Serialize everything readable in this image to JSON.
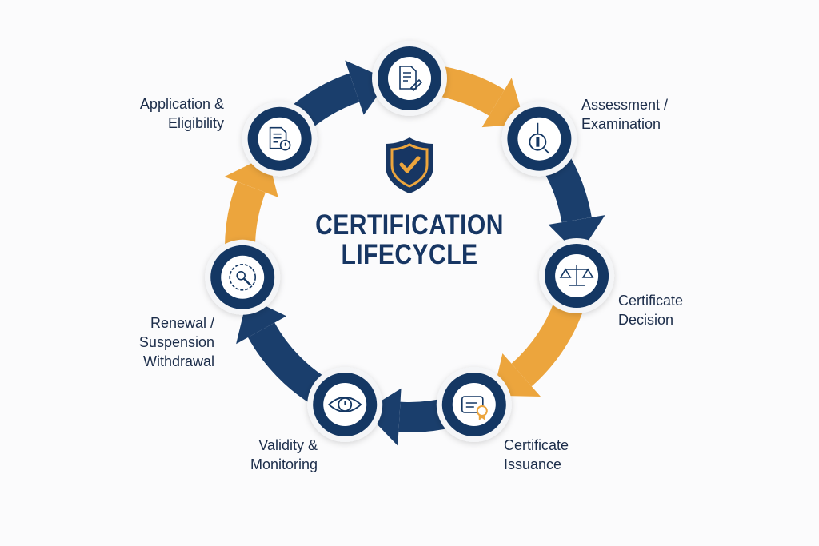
{
  "title": {
    "line1": "CERTIFICATION",
    "line2": "LIFECYCLE"
  },
  "colors": {
    "navy": "#1a3e6c",
    "orange": "#eca53d",
    "ring": "#143763",
    "text": "#1c2d4a"
  },
  "stages": [
    {
      "id": "application",
      "lines": [
        "Application &",
        "Eligibility"
      ],
      "icon": "document-clock-icon"
    },
    {
      "id": "review",
      "lines": [],
      "icon": "document-pen-icon"
    },
    {
      "id": "assessment",
      "lines": [
        "Assessment /",
        "Examination"
      ],
      "icon": "key-search-icon"
    },
    {
      "id": "decision",
      "lines": [
        "Certificate",
        "Decision"
      ],
      "icon": "scales-icon"
    },
    {
      "id": "issuance",
      "lines": [
        "Certificate",
        "Issuance"
      ],
      "icon": "certificate-ribbon-icon"
    },
    {
      "id": "validity",
      "lines": [
        "Validity &",
        "Monitoring"
      ],
      "icon": "eye-icon"
    },
    {
      "id": "renewal",
      "lines": [
        "Renewal /",
        "Suspension",
        "Withdrawal"
      ],
      "icon": "gauge-search-icon"
    }
  ],
  "center_icon": "shield-check-icon"
}
